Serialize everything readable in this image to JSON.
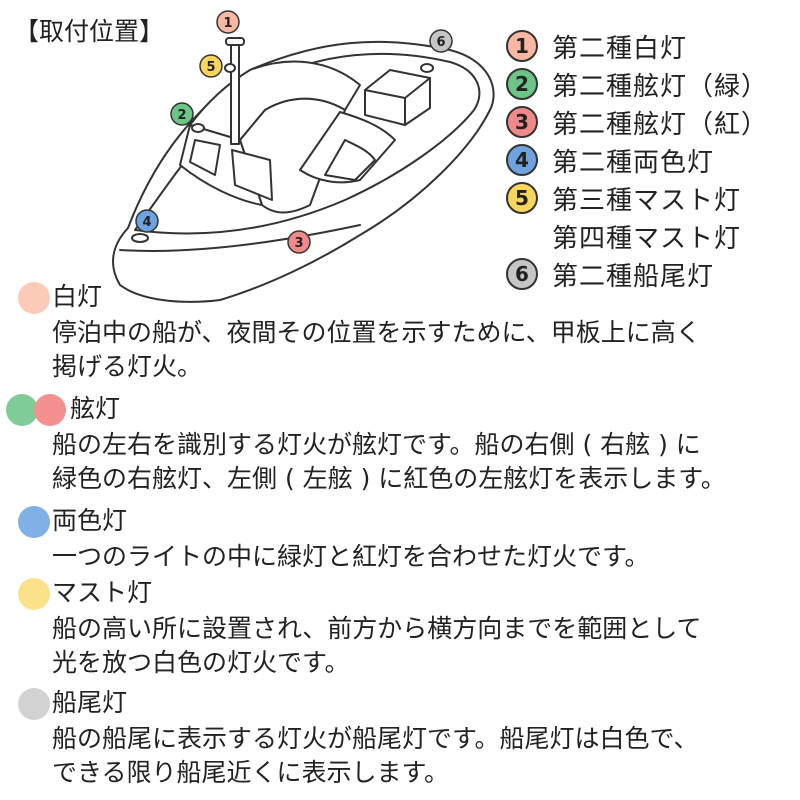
{
  "header": {
    "title": "【取付位置】"
  },
  "legend": [
    {
      "num": "1",
      "label": "第二種白灯",
      "color": "#f7b7a2"
    },
    {
      "num": "2",
      "label": "第二種舷灯（緑）",
      "color": "#6cc486"
    },
    {
      "num": "3",
      "label": "第二種舷灯（紅）",
      "color": "#f08a8a"
    },
    {
      "num": "4",
      "label": "第二種両色灯",
      "color": "#6fa3e0"
    },
    {
      "num": "5",
      "label": "第三種マスト灯",
      "color": "#f7d65c"
    },
    {
      "num": "",
      "label": "第四種マスト灯",
      "color": ""
    },
    {
      "num": "6",
      "label": "第二種船尾灯",
      "color": "#c6c6c6"
    }
  ],
  "markers": {
    "m1": "1",
    "m2": "2",
    "m3": "3",
    "m4": "4",
    "m5": "5",
    "m6": "6"
  },
  "sections": [
    {
      "title": "白灯",
      "colors": [
        "#fccbb8"
      ],
      "lines": [
        "停泊中の船が、夜間その位置を示すために、甲板上に高く",
        "掲げる灯火。"
      ]
    },
    {
      "title": "舷灯",
      "colors": [
        "#80cc96",
        "#f49090"
      ],
      "lines": [
        "船の左右を識別する灯火が舷灯です。船の右側 ( 右舷 ) に",
        "緑色の右舷灯、左側 ( 左舷 ) に紅色の左舷灯を表示します。"
      ]
    },
    {
      "title": "両色灯",
      "colors": [
        "#7fb0e6"
      ],
      "lines": [
        "一つのライトの中に緑灯と紅灯を合わせた灯火です。"
      ]
    },
    {
      "title": "マスト灯",
      "colors": [
        "#fbe189"
      ],
      "lines": [
        "船の高い所に設置され、前方から横方向までを範囲として",
        "光を放つ白色の灯火です。"
      ]
    },
    {
      "title": "船尾灯",
      "colors": [
        "#d2d2d2"
      ],
      "lines": [
        "船の船尾に表示する灯火が船尾灯です。船尾灯は白色で、",
        "できる限り船尾近くに表示します。"
      ]
    }
  ]
}
